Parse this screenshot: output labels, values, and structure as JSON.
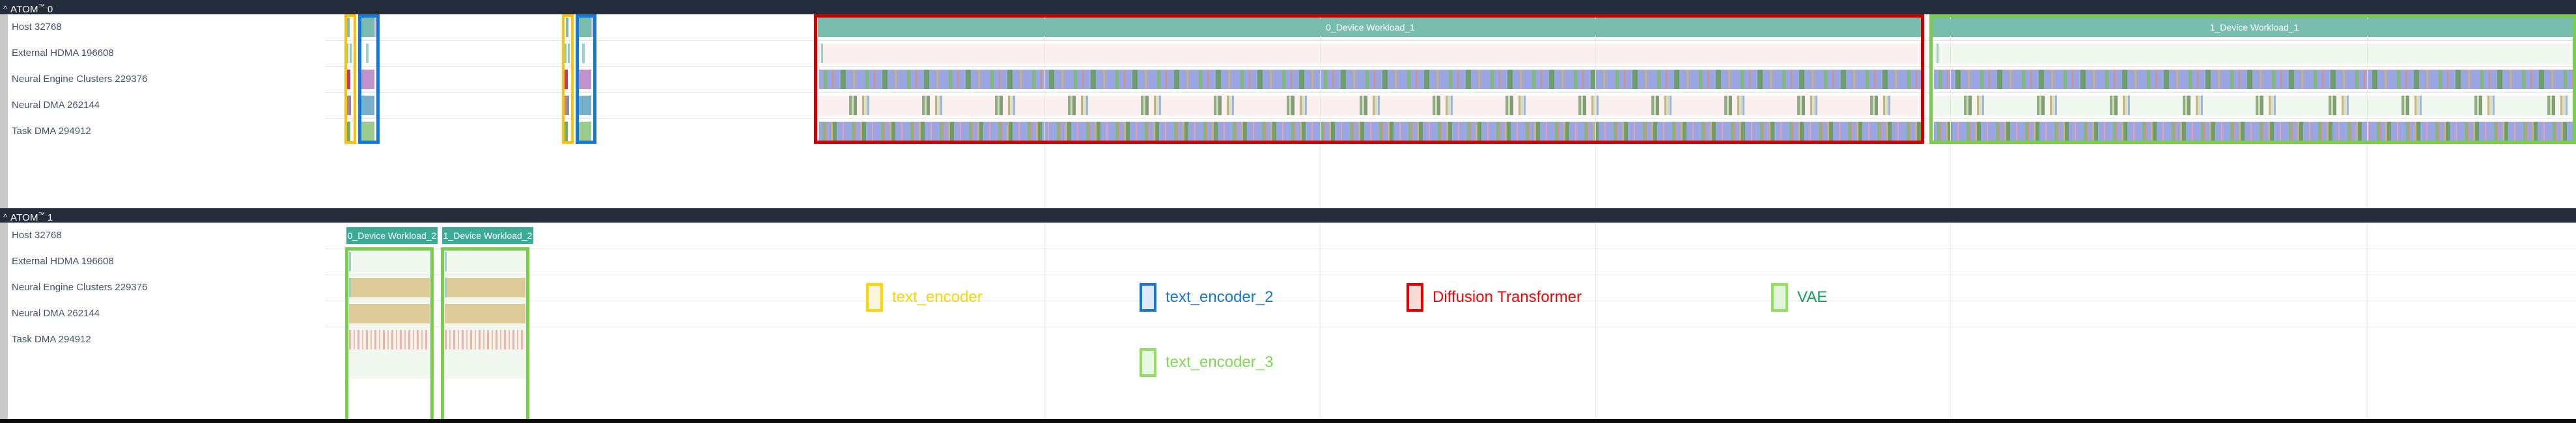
{
  "groups": [
    {
      "id": "atom0",
      "caret": "^",
      "title": "ATOM",
      "tm": "™",
      "index": "0",
      "rows": [
        {
          "label": "Host 32768"
        },
        {
          "label": "External HDMA 196608"
        },
        {
          "label": "Neural Engine Clusters 229376"
        },
        {
          "label": "Neural DMA 262144"
        },
        {
          "label": "Task DMA 294912"
        }
      ],
      "workloads": [
        {
          "label": "0_Device Workload_1"
        },
        {
          "label": "1_Device Workload_1"
        }
      ]
    },
    {
      "id": "atom1",
      "caret": "^",
      "title": "ATOM",
      "tm": "™",
      "index": "1",
      "rows": [
        {
          "label": "Host 32768"
        },
        {
          "label": "External HDMA 196608"
        },
        {
          "label": "Neural Engine Clusters 229376"
        },
        {
          "label": "Neural DMA 262144"
        },
        {
          "label": "Task DMA 294912"
        }
      ],
      "workloads": [
        {
          "label": "0_Device Workload_2"
        },
        {
          "label": "1_Device Workload_2"
        }
      ]
    }
  ],
  "legend": {
    "items": [
      {
        "key": "text_encoder",
        "label": "text_encoder",
        "color": "#ffd400",
        "fill": "#fdf5dd"
      },
      {
        "key": "text_encoder_2",
        "label": "text_encoder_2",
        "color": "#1478d4",
        "fill": "#dee9f7"
      },
      {
        "key": "diffusion_transformer",
        "label": "Diffusion Transformer",
        "color": "#e40000",
        "fill": "#f8dcda"
      },
      {
        "key": "vae",
        "label": "VAE",
        "color": "#78cd4a",
        "fill": "#e3f4dc"
      },
      {
        "key": "text_encoder_3",
        "label": "text_encoder_3",
        "color": "#78cd4a",
        "fill": "#eaf7e4"
      }
    ],
    "vae_text_color": "#12a05a",
    "te3_text_color": "#80d955"
  },
  "colors": {
    "header_bg": "#252d3c",
    "row_label_text": "#44546a",
    "chip_bg": "#3bab95",
    "chip_bg_wide": "#79bdae",
    "grid_line": "#e8e8e8",
    "row_sep": "#e4e4e4",
    "gutter": "#c9c9c9"
  }
}
